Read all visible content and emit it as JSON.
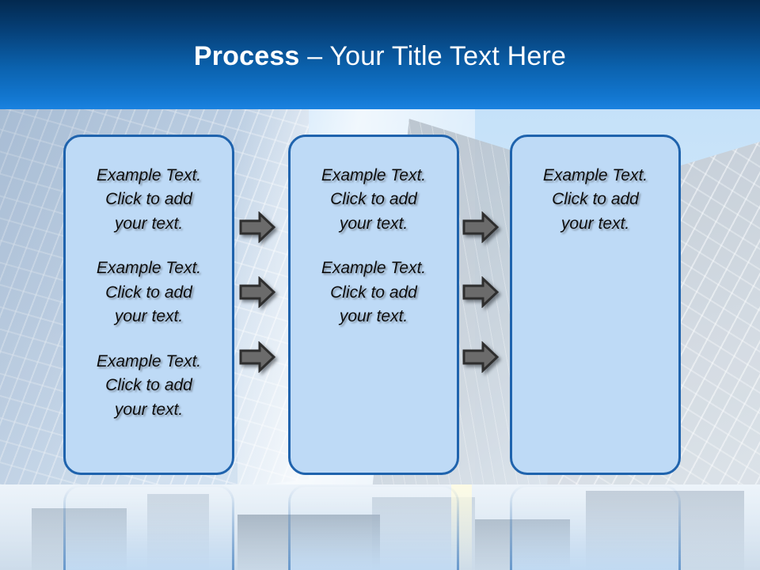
{
  "slide": {
    "title": {
      "strong": "Process",
      "rest": " – Your Title Text Here"
    },
    "colors": {
      "title_bar_top": "#03294f",
      "title_bar_bottom": "#1a82e0",
      "box_fill": "#bedaf6",
      "box_border": "#1f63ad",
      "arrow_fill": "#6b6b6b",
      "arrow_outline": "#2e2e2e",
      "body_text": "#0d0d0d",
      "title_text": "#ffffff"
    },
    "boxes": [
      {
        "name": "process-box-1",
        "paragraphs": [
          "Example Text.\nClick  to add\nyour text.",
          "Example Text.\nClick  to add\nyour text.",
          "Example Text.\nClick  to add\nyour text."
        ]
      },
      {
        "name": "process-box-2",
        "paragraphs": [
          "Example Text.\nClick  to add\nyour text.",
          "Example Text.\nClick  to add\nyour text."
        ]
      },
      {
        "name": "process-box-3",
        "paragraphs": [
          "Example Text.\nClick  to add\nyour text."
        ]
      }
    ],
    "arrow_groups": [
      {
        "name": "arrow-group-1",
        "count": 3,
        "icon": "right-arrow-icon"
      },
      {
        "name": "arrow-group-2",
        "count": 3,
        "icon": "right-arrow-icon"
      }
    ]
  }
}
